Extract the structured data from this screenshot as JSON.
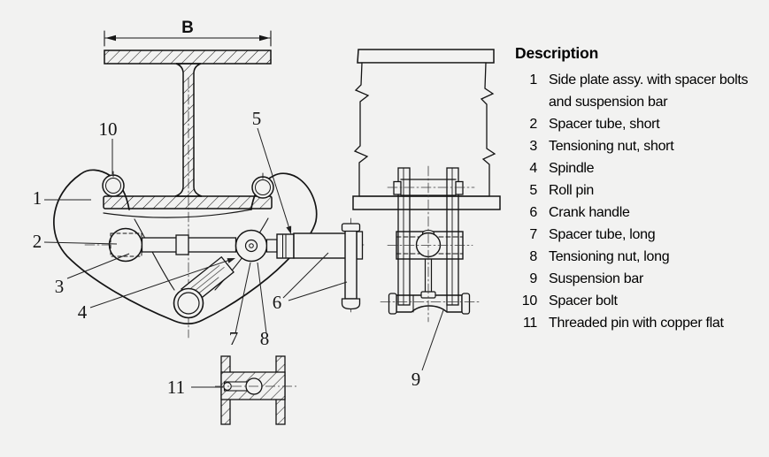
{
  "page": {
    "background_color": "#f2f2f1",
    "line_color": "#1a1a1a"
  },
  "drawing": {
    "dimension_label": "B",
    "callouts": {
      "c1": "1",
      "c2": "2",
      "c3": "3",
      "c4": "4",
      "c5": "5",
      "c6": "6",
      "c7": "7",
      "c8": "8",
      "c9": "9",
      "c10": "10",
      "c11": "11"
    }
  },
  "description": {
    "title": "Description",
    "items": [
      {
        "num": "1",
        "text": "Side plate assy. with spacer bolts",
        "text2": "and suspension bar"
      },
      {
        "num": "2",
        "text": "Spacer tube, short"
      },
      {
        "num": "3",
        "text": "Tensioning nut, short"
      },
      {
        "num": "4",
        "text": "Spindle"
      },
      {
        "num": "5",
        "text": "Roll pin"
      },
      {
        "num": "6",
        "text": "Crank handle"
      },
      {
        "num": "7",
        "text": "Spacer tube, long"
      },
      {
        "num": "8",
        "text": "Tensioning nut, long"
      },
      {
        "num": "9",
        "text": "Suspension bar"
      },
      {
        "num": "10",
        "text": "Spacer bolt"
      },
      {
        "num": "11",
        "text": "Threaded pin with copper flat"
      }
    ]
  }
}
